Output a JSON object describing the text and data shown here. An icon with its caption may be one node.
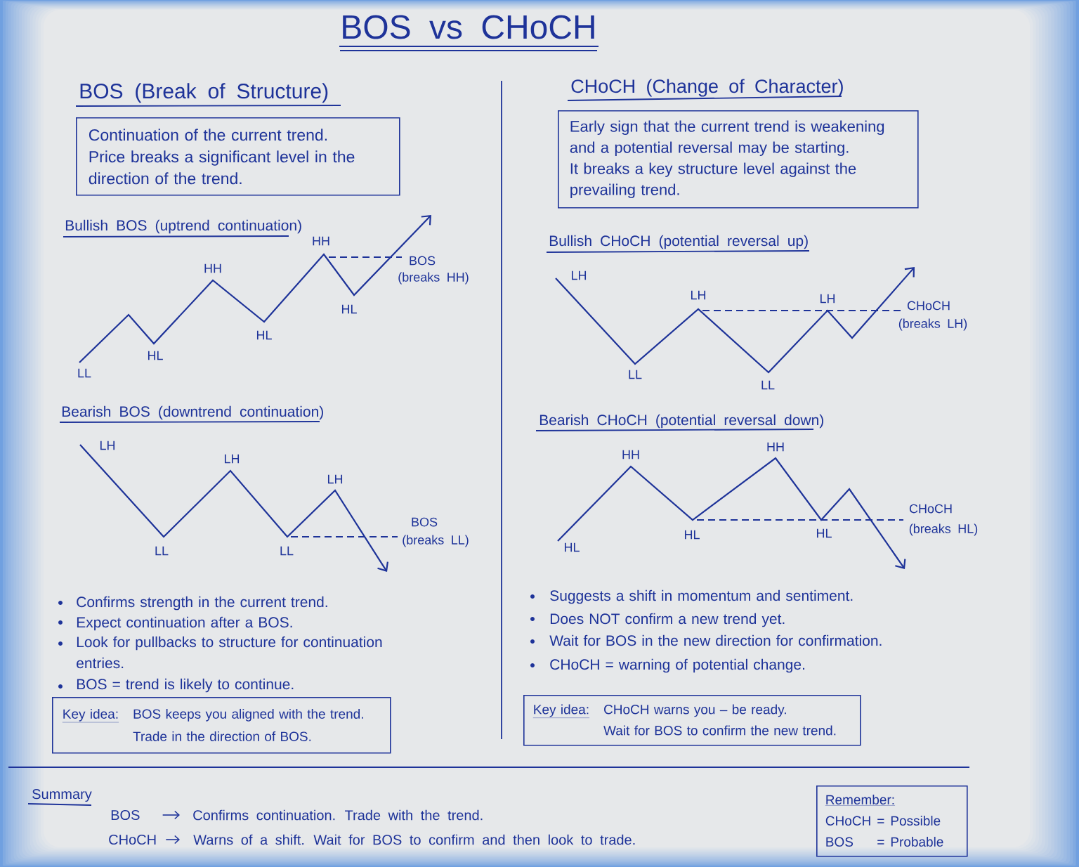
{
  "diagram": {
    "title": "BOS vs CHoCH",
    "nodes": [
      {
        "text": [
          "Continuation of the current trend.",
          "Price breaks a significant level in the direction of the trend."
        ]
      },
      {
        "text": [
          "Key idea:",
          "BOS keeps you aligned with the trend.",
          "Trade in the direction of BOS."
        ]
      },
      {
        "text": [
          "Early sign that the current trend is weakening and a potential reversal may be starting.",
          "It breaks a key structure level against the prevailing trend."
        ]
      },
      {
        "text": [
          "Key idea:",
          "CHoCH warns you – be ready.",
          "Wait for BOS to confirm the new trend."
        ]
      },
      {
        "text": [
          "BOS"
        ]
      },
      {
        "text": [
          "Confirms continuation. Trade with the trend."
        ]
      },
      {
        "text": [
          "CHoCH"
        ]
      },
      {
        "text": [
          "Warns of a shift. Wait for BOS to confirm and then look to trade."
        ]
      },
      {
        "text": [
          "Remember:",
          "CHoCH",
          "=",
          "Possible",
          "BOS",
          "=",
          "Probable"
        ]
      }
    ],
    "edges": [
      {
        "from": 4,
        "to": 5,
        "arrow": "to"
      },
      {
        "from": 6,
        "to": 7,
        "arrow": "to"
      }
    ],
    "labels": [
      "BOS (Break of Structure)",
      "Bullish BOS (uptrend continuation)",
      "LL",
      "HL",
      "HH",
      "HL",
      "HH",
      "HL",
      "BOS",
      "(breaks HH)",
      "Bearish BOS (downtrend continuation)",
      "LH",
      "LL",
      "LH",
      "LL",
      "LH",
      "BOS",
      "(breaks LL)",
      "Confirms strength in the current trend.",
      "Expect continuation after a BOS.",
      "Look for pullbacks to structure for continuation entries.",
      "BOS = trend is likely to continue.",
      "CHoCH (Change of Character)",
      "Bullish CHoCH (potential reversal up)",
      "LH",
      "LL",
      "LH",
      "LL",
      "LH",
      "CHoCH",
      "(breaks LH)",
      "Bearish CHoCH (potential reversal down)",
      "HL",
      "HH",
      "HL",
      "HH",
      "HL",
      "CHoCH",
      "(breaks HL)",
      "Suggests a shift in momentum and sentiment.",
      "Does NOT confirm a new trend yet.",
      "Wait for BOS in the new direction for confirmation.",
      "CHoCH = warning of potential change.",
      "Summary"
    ]
  }
}
